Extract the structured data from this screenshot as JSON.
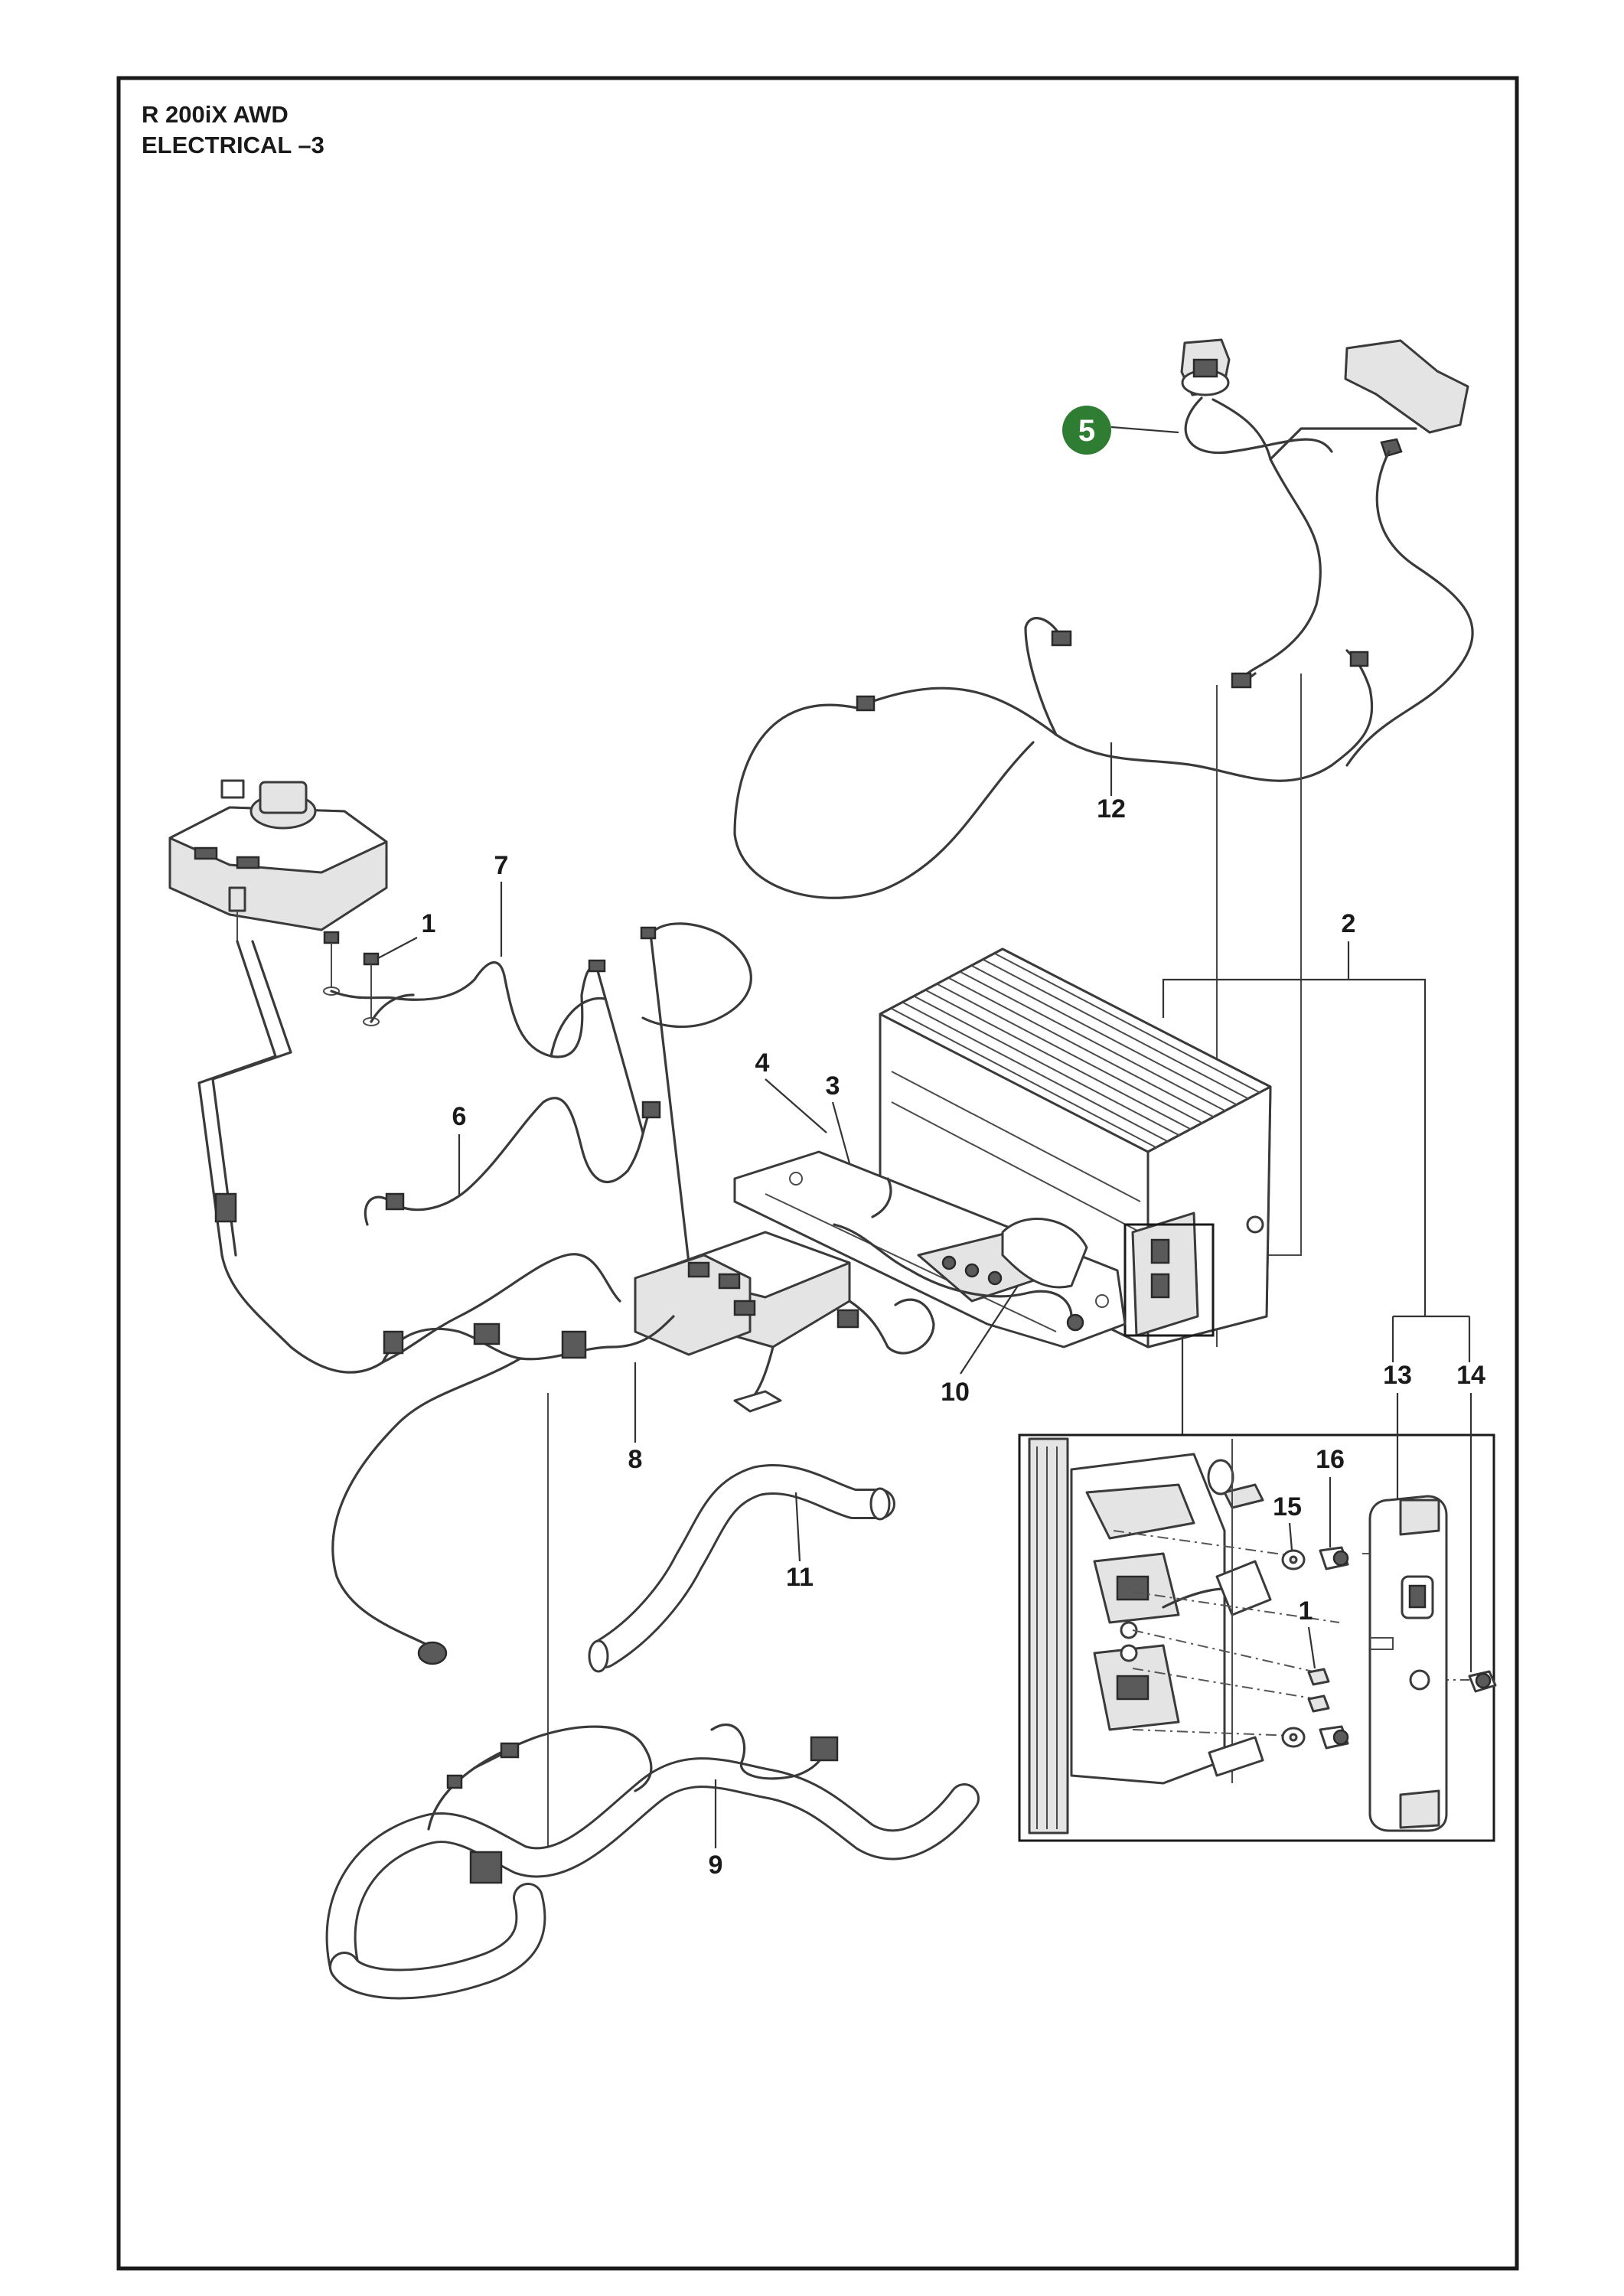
{
  "title": {
    "line1": "R 200iX AWD",
    "line2": "ELECTRICAL –3"
  },
  "highlighted_callout": "5",
  "callouts": {
    "c1a": "1",
    "c1b": "1",
    "c2": "2",
    "c3": "3",
    "c4": "4",
    "c6": "6",
    "c7": "7",
    "c8": "8",
    "c9": "9",
    "c10": "10",
    "c11": "11",
    "c12": "12",
    "c13": "13",
    "c14": "14",
    "c15": "15",
    "c16": "16"
  },
  "colors": {
    "highlight": "#2f7d32",
    "line": "#3a3a3a"
  }
}
